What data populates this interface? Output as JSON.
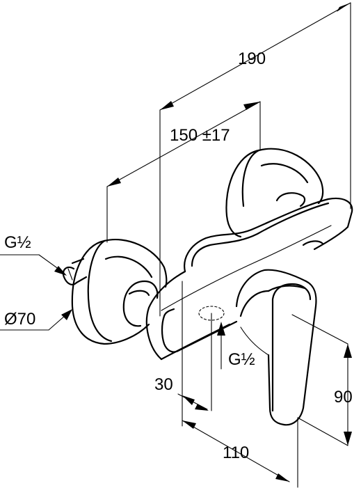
{
  "dimensions": {
    "overall_width": "190",
    "connection_spacing": "150 ±17",
    "outlet_thread": "G½",
    "inlet_thread": "G½",
    "rosette_diameter": "Ø70",
    "outlet_offset": "30",
    "projection": "110",
    "height": "90"
  }
}
